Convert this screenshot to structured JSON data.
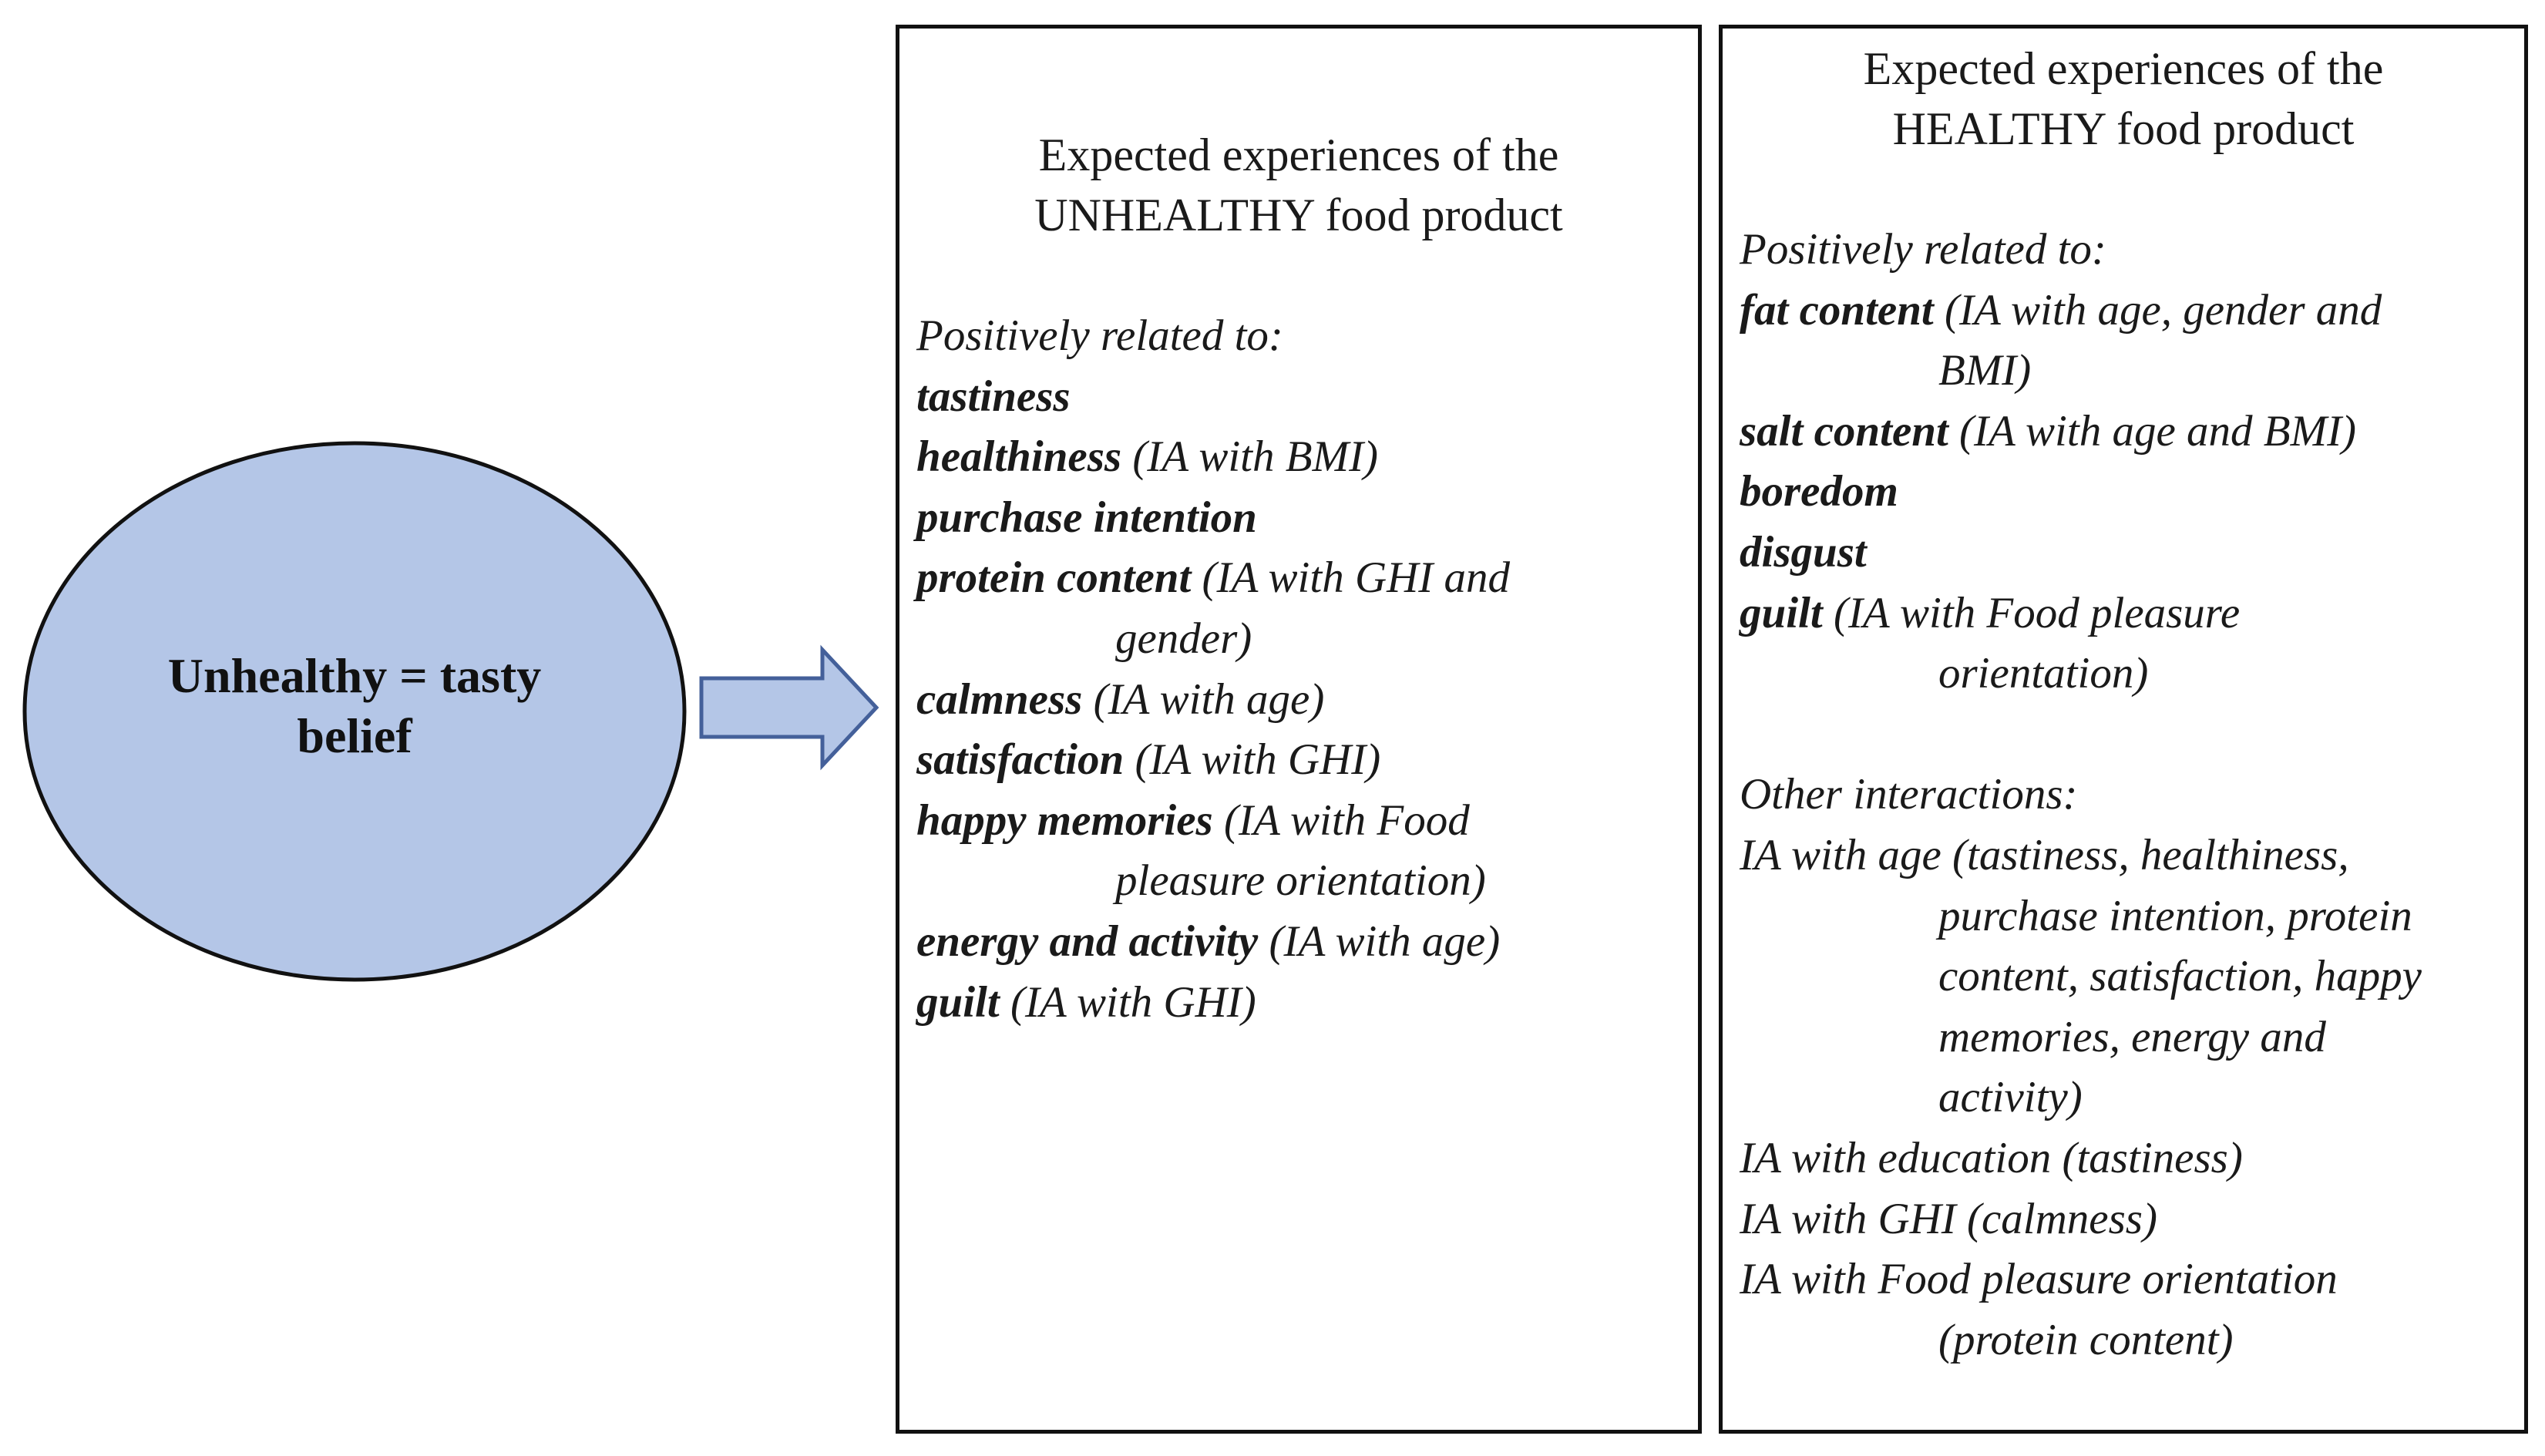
{
  "belief": {
    "label_line1": "Unhealthy = tasty",
    "label_line2": "belief",
    "fill_color": "#b4c6e7",
    "arrow_color": "#b4c6e7",
    "arrow_stroke": "#44609a"
  },
  "unhealthy_box": {
    "title_line1": "Expected experiences of the",
    "title_line2": "UNHEALTHY food product",
    "intro": "Positively related to:",
    "items": [
      {
        "term": "tastiness",
        "note": ""
      },
      {
        "term": "healthiness",
        "note": " (IA with BMI)"
      },
      {
        "term": "purchase intention",
        "note": ""
      },
      {
        "term": "protein content",
        "note": " (IA with GHI and",
        "cont": "gender)"
      },
      {
        "term": "calmness",
        "note": " (IA with age)"
      },
      {
        "term": "satisfaction",
        "note": " (IA with GHI)"
      },
      {
        "term": "happy memories",
        "note": " (IA with Food",
        "cont": "pleasure orientation)"
      },
      {
        "term": "energy and activity",
        "note": " (IA with age)"
      },
      {
        "term": "guilt",
        "note": " (IA with GHI)"
      }
    ]
  },
  "healthy_box": {
    "title_line1": "Expected experiences of the",
    "title_line2": "HEALTHY food product",
    "intro": "Positively related to:",
    "items": [
      {
        "term": "fat content",
        "note": " (IA with age, gender and",
        "cont": "BMI)"
      },
      {
        "term": "salt content",
        "note": " (IA with age and BMI)"
      },
      {
        "term": "boredom",
        "note": ""
      },
      {
        "term": "disgust",
        "note": ""
      },
      {
        "term": "guilt",
        "note": " (IA with Food pleasure",
        "cont": "orientation)"
      }
    ],
    "other_intro": "Other interactions:",
    "other_items": [
      {
        "line": "IA with age (tastiness, healthiness,",
        "cont_lines": [
          "purchase intention, protein",
          "content, satisfaction, happy",
          "memories, energy and",
          "activity)"
        ]
      },
      {
        "line": "IA with education (tastiness)"
      },
      {
        "line": "IA with GHI (calmness)"
      },
      {
        "line": "IA with Food pleasure orientation",
        "cont_lines": [
          "(protein content)"
        ]
      }
    ]
  }
}
